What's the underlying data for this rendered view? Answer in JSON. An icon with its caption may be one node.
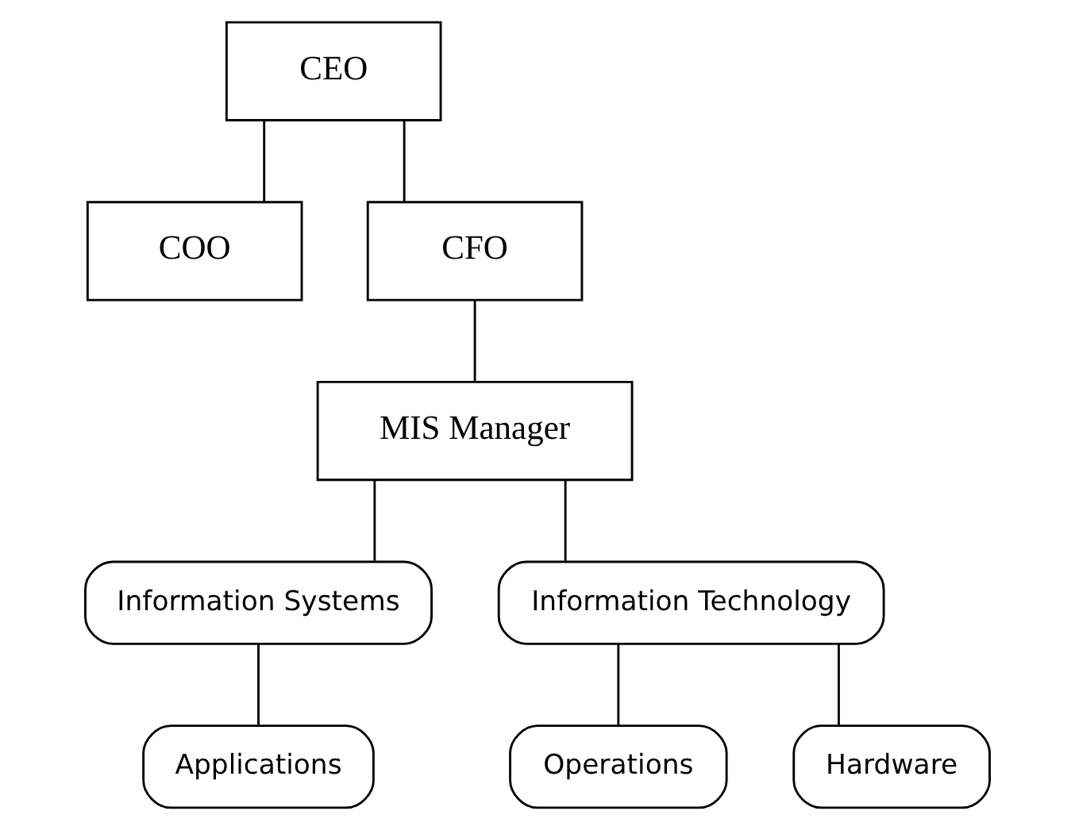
{
  "diagram": {
    "nodes": [
      {
        "text": [
          "CEO"
        ]
      },
      {
        "text": [
          "COO"
        ]
      },
      {
        "text": [
          "CFO"
        ]
      },
      {
        "text": [
          "MIS Manager"
        ]
      },
      {
        "text": [
          "Information Systems"
        ]
      },
      {
        "text": [
          "Information Technology"
        ]
      },
      {
        "text": [
          "Applications"
        ]
      },
      {
        "text": [
          "Operations"
        ]
      },
      {
        "text": [
          "Hardware"
        ]
      }
    ],
    "edges": [
      {
        "from": 0,
        "to": 1,
        "arrow": "none"
      },
      {
        "from": 0,
        "to": 2,
        "arrow": "none"
      },
      {
        "from": 2,
        "to": 3,
        "arrow": "none"
      },
      {
        "from": 3,
        "to": 4,
        "arrow": "none"
      },
      {
        "from": 3,
        "to": 5,
        "arrow": "none"
      },
      {
        "from": 4,
        "to": 6,
        "arrow": "none"
      },
      {
        "from": 5,
        "to": 7,
        "arrow": "none"
      },
      {
        "from": 5,
        "to": 8,
        "arrow": "none"
      }
    ]
  }
}
